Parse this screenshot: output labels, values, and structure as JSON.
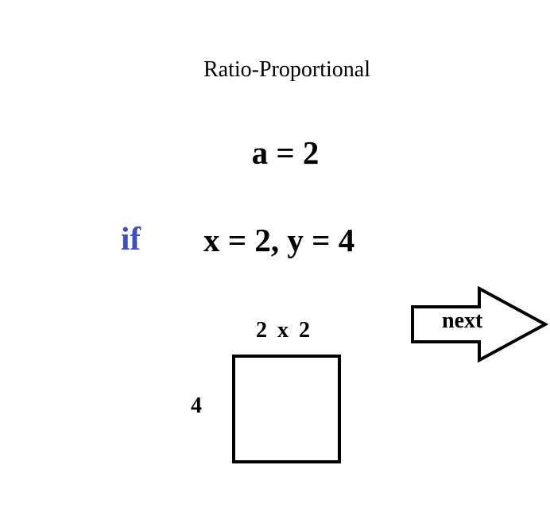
{
  "title": "Ratio-Proportional",
  "formula_a": "a = 2",
  "condition": {
    "keyword": "if",
    "expression": "x = 2, y = 4",
    "keyword_color": "#3f4fc0"
  },
  "figure": {
    "dims_label": "2 x 2",
    "side_label": "4"
  },
  "navigation": {
    "next_label": "next",
    "next_icon": "right-arrow-icon"
  }
}
